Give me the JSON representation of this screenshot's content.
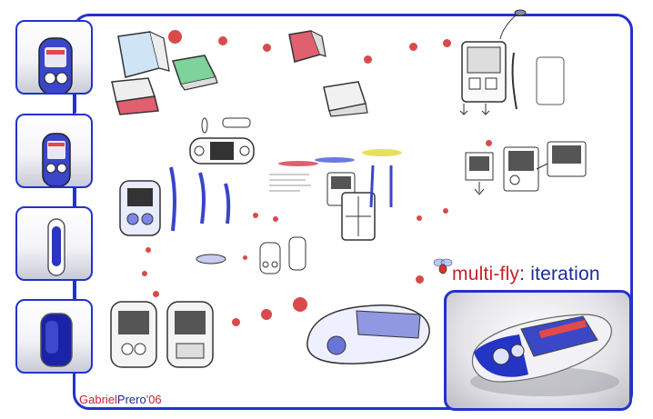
{
  "title": {
    "part1": "multi-",
    "part2": "fly",
    "part3": ": iteration"
  },
  "credit": {
    "first": "Gabriel",
    "last": "Prero",
    "year": "'06"
  },
  "icons": [
    "fly-logo-icon"
  ],
  "colors": {
    "frame": "#2233cc",
    "accent_red": "#cc1f2a",
    "accent_blue": "#1c2a9c",
    "dot": "#d94a4a"
  }
}
